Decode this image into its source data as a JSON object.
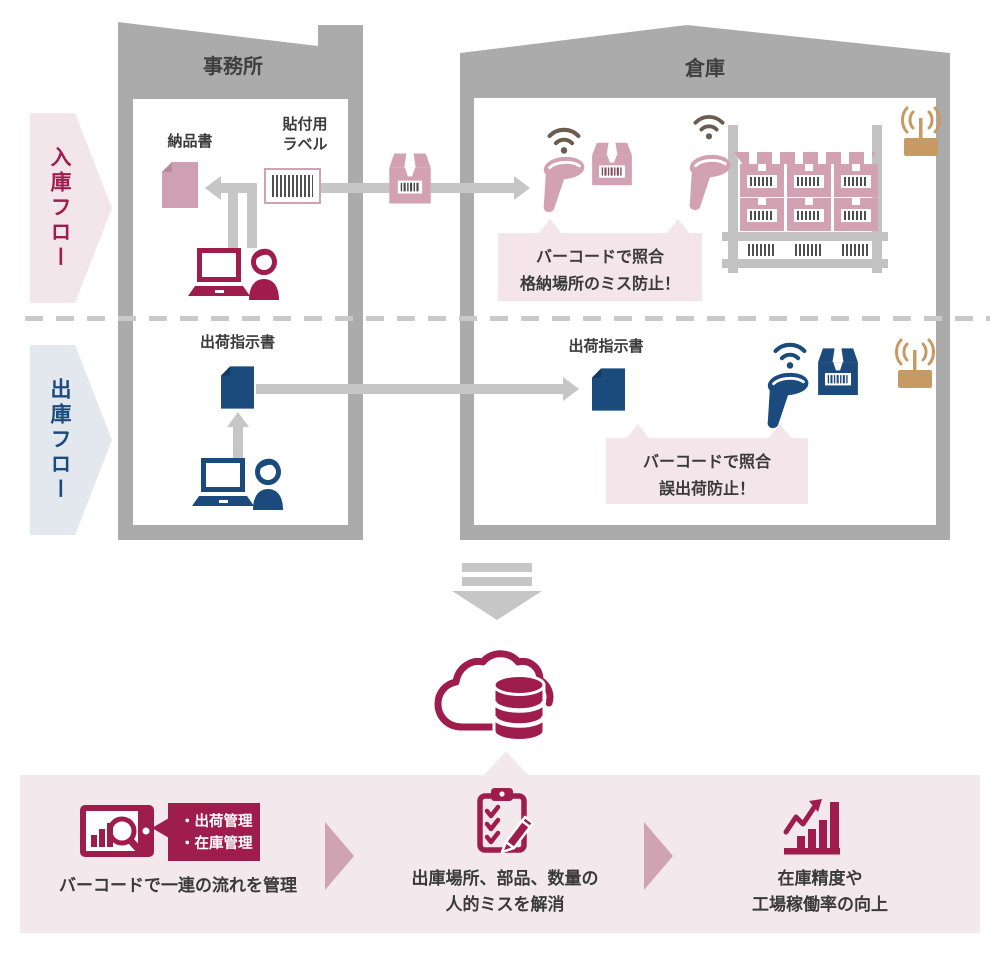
{
  "flows": {
    "inbound_label": "入庫フロー",
    "outbound_label": "出庫フロー"
  },
  "buildings": {
    "office_title": "事務所",
    "warehouse_title": "倉庫"
  },
  "office_inbound": {
    "delivery_note_label": "納品書",
    "sticker_label_line1": "貼付用",
    "sticker_label_line2": "ラベル"
  },
  "office_outbound": {
    "shipping_instruction_label": "出荷指示書"
  },
  "warehouse_inbound": {
    "bubble_line1": "バーコードで照合",
    "bubble_line2": "格納場所のミス防止！"
  },
  "warehouse_outbound": {
    "shipping_instruction_label": "出荷指示書",
    "bubble_line1": "バーコードで照合",
    "bubble_line2": "誤出荷防止！"
  },
  "bottom_band": {
    "step1": {
      "bubble_item1": "・出荷管理",
      "bubble_item2": "・在庫管理",
      "caption": "バーコードで一連の流れを管理"
    },
    "step2": {
      "caption_line1": "出庫場所、部品、数量の",
      "caption_line2": "人的ミスを解消"
    },
    "step3": {
      "caption_line1": "在庫精度や",
      "caption_line2": "工場稼働率の向上"
    }
  },
  "colors": {
    "crimson": "#9e1d4d",
    "navy": "#1b4a7c",
    "dusty_pink": "#d2a2b3",
    "light_pink_bg": "#f3e9ec",
    "bubble_pink": "#f3e5e9",
    "light_blue_bg": "#e3e7ee",
    "wall_gray": "#ababab",
    "line_gray": "#c6c6c6",
    "text_dark": "#3a3a3a",
    "wifi_brown": "#6b5c4e",
    "router_tan": "#c79a63"
  },
  "icons": {
    "scanner": "handheld-barcode-scanner",
    "wifi": "wifi-waves",
    "box": "cardboard-box-with-barcode",
    "document": "paper-document",
    "laptop_person": "operator-at-laptop",
    "router": "wireless-access-point",
    "rack": "storage-rack-with-boxes",
    "cloud_db": "cloud-database",
    "tablet_search": "monitor-with-chart-and-magnifier",
    "clipboard": "checklist-with-pencil",
    "chart_up": "rising-bar-chart"
  }
}
